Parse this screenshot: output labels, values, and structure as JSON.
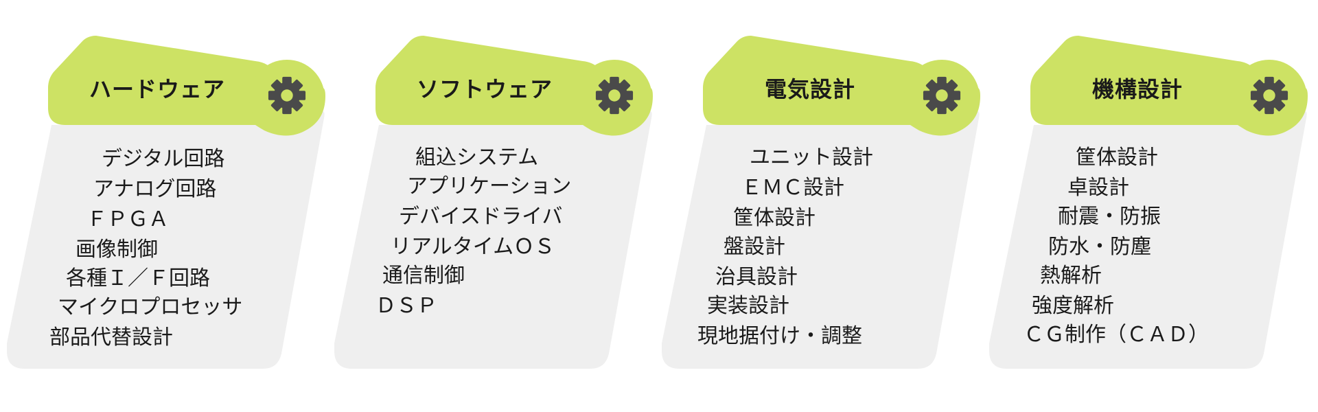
{
  "colors": {
    "accent": "#cde264",
    "panel": "#efefef",
    "text": "#1a1a1a"
  },
  "cards": [
    {
      "title": "ハードウェア",
      "icon": "gear-icon",
      "items": [
        "デジタル回路",
        "アナログ回路",
        "ＦＰＧＡ",
        "画像制御",
        "各種Ｉ／Ｆ回路",
        "マイクロプロセッサ",
        "部品代替設計"
      ]
    },
    {
      "title": "ソフトウェア",
      "icon": "gear-icon",
      "items": [
        "組込システム",
        "アプリケーション",
        "デバイスドライバ",
        "リアルタイムＯＳ",
        "通信制御",
        "ＤＳＰ"
      ]
    },
    {
      "title": "電気設計",
      "icon": "gear-icon",
      "items": [
        "ユニット設計",
        "ＥＭＣ設計",
        "筐体設計",
        "盤設計",
        "治具設計",
        "実装設計",
        "現地据付け・調整"
      ]
    },
    {
      "title": "機構設計",
      "icon": "gear-icon",
      "items": [
        "筐体設計",
        "卓設計",
        "耐震・防振",
        "防水・防塵",
        "熱解析",
        "強度解析",
        "ＣＧ制作（ＣＡＤ）"
      ]
    }
  ]
}
